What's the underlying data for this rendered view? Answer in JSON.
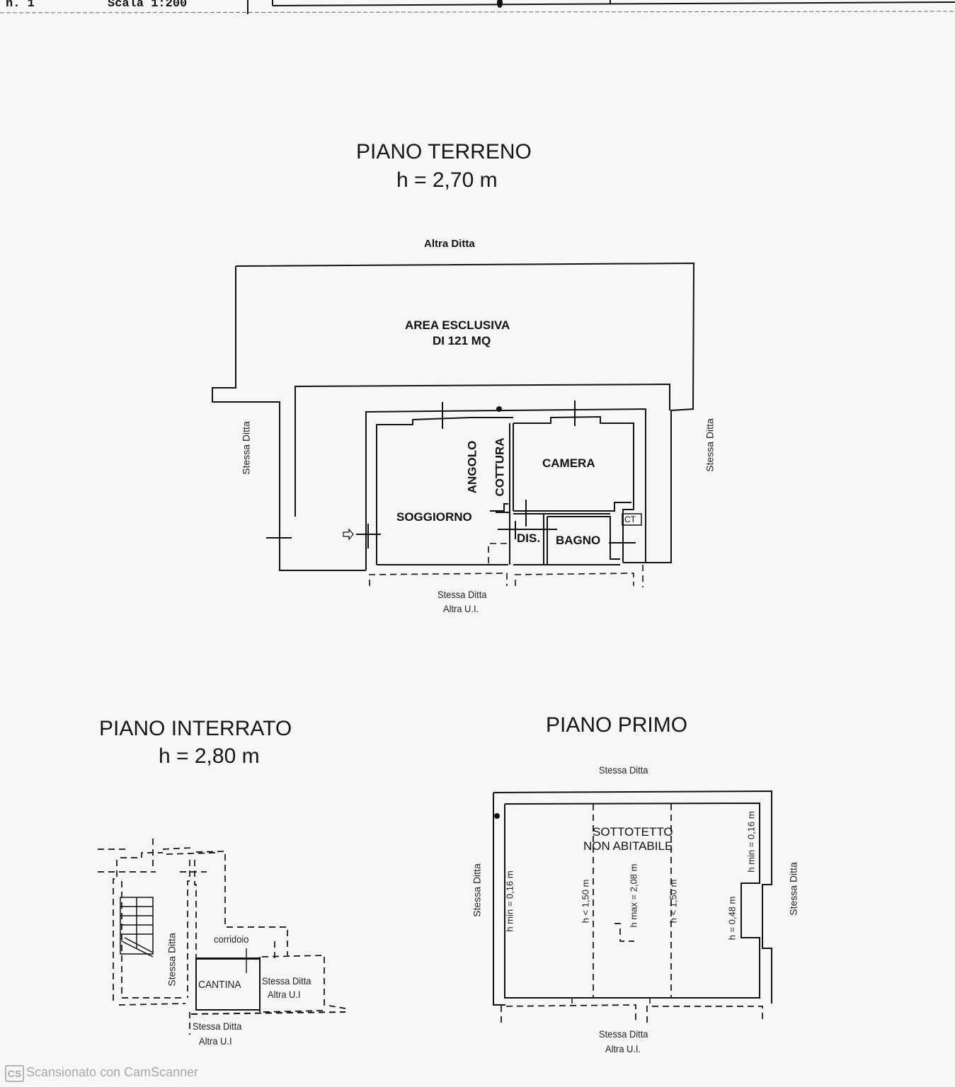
{
  "header": {
    "sheet_number": "n. 1",
    "scale": "Scala 1:200"
  },
  "plans": {
    "ground_floor": {
      "title": "PIANO TERRENO",
      "height": "h = 2,70 m",
      "top_neighbor": "Altra Ditta",
      "area_label_1": "AREA ESCLUSIVA",
      "area_label_2": "DI 121 MQ",
      "left_neighbor": "Stessa Ditta",
      "right_neighbor": "Stessa Ditta",
      "bottom_neighbor_1": "Stessa Ditta",
      "bottom_neighbor_2": "Altra U.I.",
      "rooms": {
        "kitchen_1": "ANGOLO",
        "kitchen_2": "COTTURA",
        "bedroom": "CAMERA",
        "living": "SOGGIORNO",
        "hallway": "DIS.",
        "bathroom": "BAGNO",
        "boiler": "CT"
      }
    },
    "basement": {
      "title": "PIANO INTERRATO",
      "height": "h = 2,80 m",
      "corridor": "corridoio",
      "cellar": "CANTINA",
      "neighbor_vertical": "Stessa Ditta",
      "neighbor_right_1": "Stessa Ditta",
      "neighbor_right_2": "Altra U.I",
      "neighbor_bottom_1": "Stessa Ditta",
      "neighbor_bottom_2": "Altra U.I"
    },
    "first_floor": {
      "title": "PIANO PRIMO",
      "top_neighbor": "Stessa Ditta",
      "attic_1": "SOTTOTETTO",
      "attic_2": "NON ABITABILE",
      "left_neighbor": "Stessa Ditta",
      "right_neighbor": "Stessa Ditta",
      "bottom_neighbor_1": "Stessa Ditta",
      "bottom_neighbor_2": "Altra U.I.",
      "heights": {
        "h_min_left": "h min = 0,16 m",
        "h_lt_left": "h < 1,50 m",
        "h_max": "h max = 2,08 m",
        "h_lt_right": "h < 1,50 m",
        "h_048": "h = 0,48 m",
        "h_min_right": "h min = 0,16 m"
      }
    }
  },
  "footer": {
    "badge": "CS",
    "watermark": "Scansionato con CamScanner"
  }
}
